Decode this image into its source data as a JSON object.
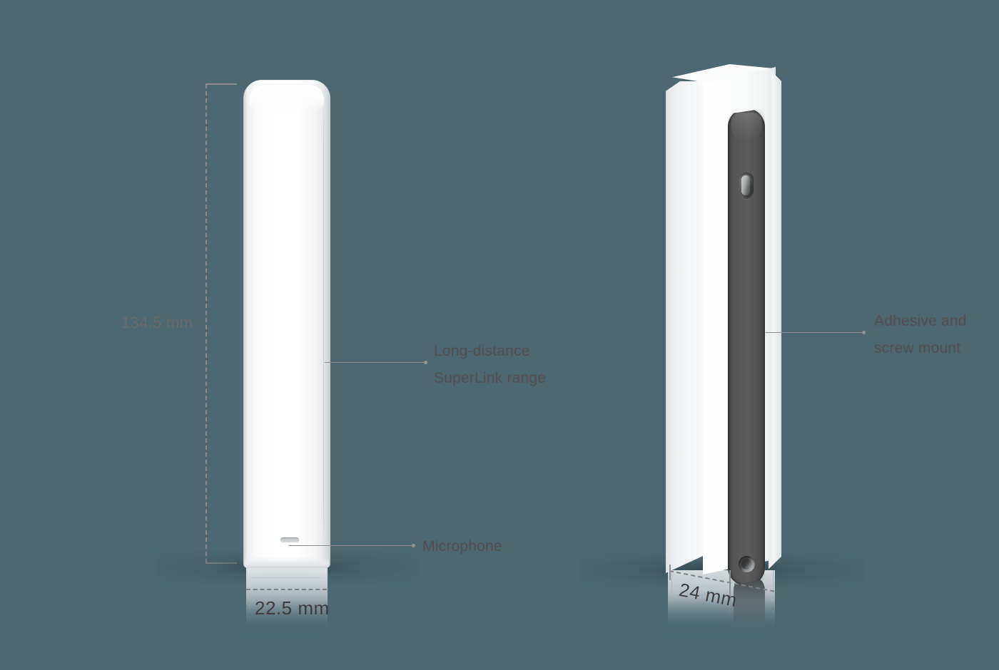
{
  "scene": {
    "background_color": "#4d6872",
    "text_color": "#55504e",
    "dimension_text_color": "#6d6a68",
    "leader_color": "#8e8c8a"
  },
  "products": {
    "left": {
      "name": "sensor-front-view",
      "height_dimension": "134.5 mm",
      "width_dimension": "22.5 mm",
      "features": [
        {
          "id": "superlink",
          "line1": "Long-distance",
          "line2": "SuperLink range"
        },
        {
          "id": "microphone",
          "label": "Microphone"
        }
      ]
    },
    "right": {
      "name": "sensor-back-view",
      "depth_dimension": "24 mm",
      "features": [
        {
          "id": "mount",
          "line1": "Adhesive and",
          "line2": "screw mount"
        }
      ]
    }
  },
  "callouts": {
    "superlink_line1": "Long-distance",
    "superlink_line2": "SuperLink range",
    "microphone": "Microphone",
    "mount_line1": "Adhesive and",
    "mount_line2": "screw mount"
  },
  "dimensions": {
    "height": "134.5 mm",
    "width": "22.5 mm",
    "depth": "24 mm"
  },
  "icons": {
    "microphone_slot": "microphone-slot-icon",
    "screw_hole_top": "keyhole-slot-icon",
    "screw_hole_bottom": "screw-hole-icon"
  }
}
